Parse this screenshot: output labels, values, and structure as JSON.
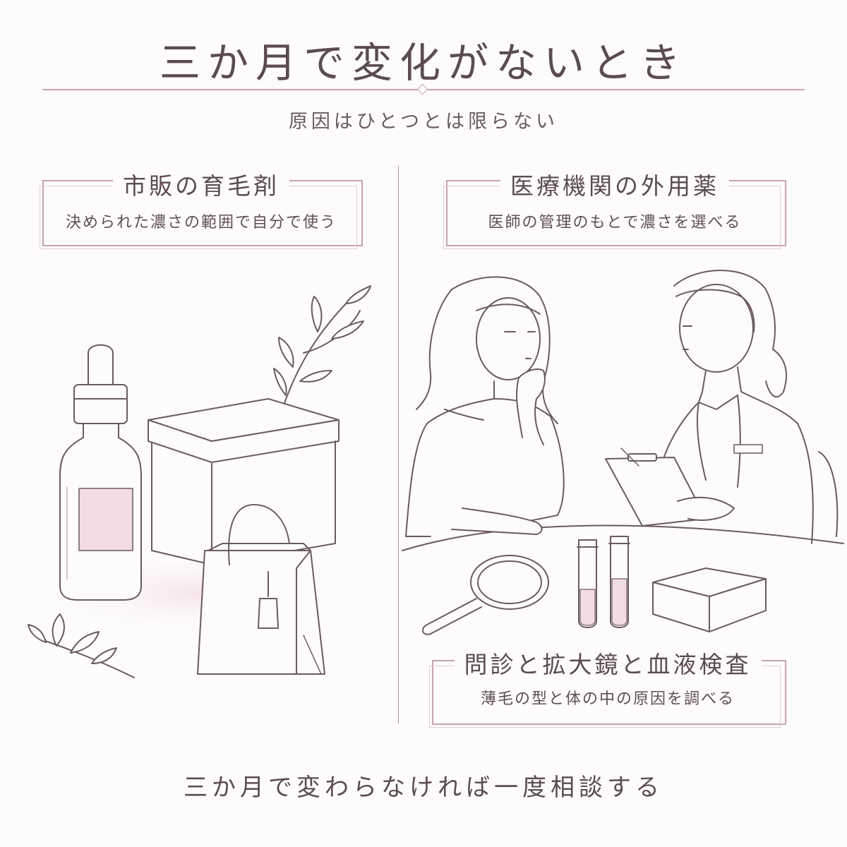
{
  "header": {
    "title": "三か月で変化がないとき",
    "subtitle": "原因はひとつとは限らない"
  },
  "left_panel": {
    "title": "市販の育毛剤",
    "description": "決められた濃さの範囲で自分で使う"
  },
  "right_panel": {
    "title": "医療機関の外用薬",
    "description": "医師の管理のもとで濃さを選べる"
  },
  "exam_panel": {
    "title": "問診と拡大鏡と血液検査",
    "description": "薄毛の型と体の中の原因を調べる"
  },
  "footer": {
    "text": "三か月で変わらなければ一度相談する"
  },
  "colors": {
    "accent": "#c9a3b2",
    "line": "#6b5a62",
    "text": "#5b4b53",
    "pink_fill": "#f3dde4",
    "background": "#fdfbfb"
  }
}
